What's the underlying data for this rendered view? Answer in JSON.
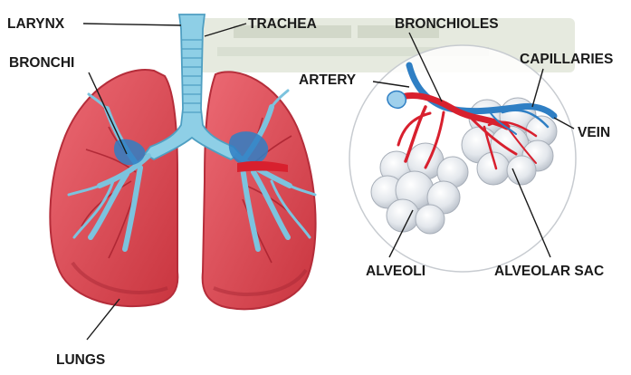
{
  "labels": {
    "larynx": "LARYNX",
    "trachea": "TRACHEA",
    "bronchi": "BRONCHI",
    "lungs": "LUNGS",
    "bronchioles": "BRONCHIOLES",
    "capillaries": "CAPILLARIES",
    "artery": "ARTERY",
    "vein": "VEIN",
    "alveoli": "ALVEOLI",
    "alveolar_sac": "ALVEOLAR SAC"
  },
  "colors": {
    "lung_fill": "#e0505c",
    "lung_shade": "#c33a47",
    "airway": "#8ecfe6",
    "airway_edge": "#5aaed0",
    "artery": "#d8202e",
    "vein": "#2f7fc4",
    "alveoli": "#dfe4ea",
    "banner": "#8a9a78"
  }
}
